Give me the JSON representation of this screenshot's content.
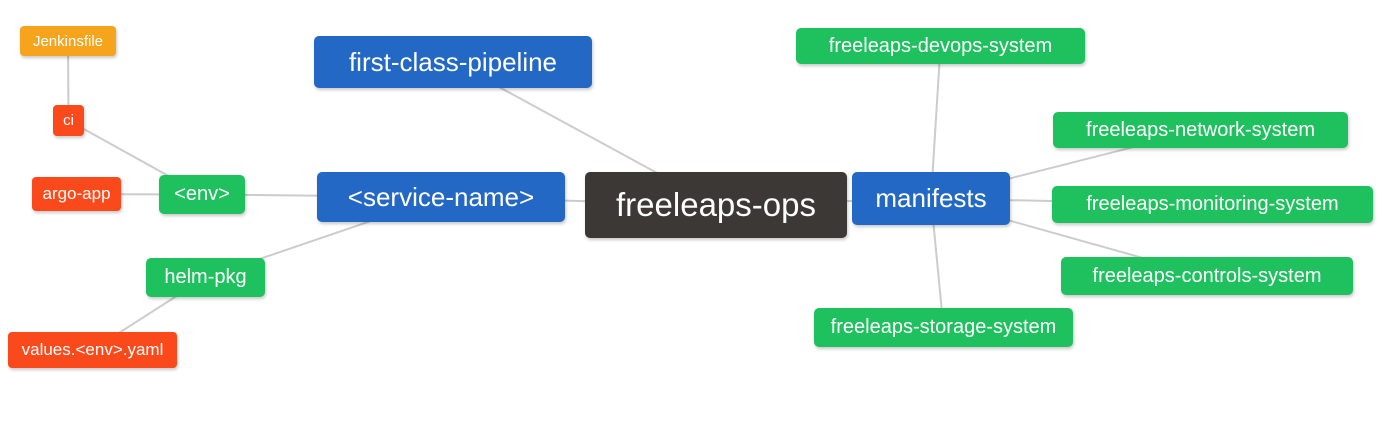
{
  "diagram": {
    "type": "mindmap",
    "root": "freeleaps_ops"
  },
  "palette": {
    "dark": "#3b3836",
    "blue": "#2368c4",
    "green": "#1fc15e",
    "red": "#fa4a1c",
    "orange": "#f7a41d",
    "edge": "#cccccc",
    "text": "#ffffff"
  },
  "nodes": {
    "freeleaps_ops": {
      "label": "freeleaps-ops",
      "color": "dark",
      "level": 0
    },
    "first_class_pipeline": {
      "label": "first-class-pipeline",
      "color": "blue",
      "level": 1
    },
    "service_name": {
      "label": "<service-name>",
      "color": "blue",
      "level": 1
    },
    "manifests": {
      "label": "manifests",
      "color": "blue",
      "level": 1
    },
    "env": {
      "label": "<env>",
      "color": "green",
      "level": 2
    },
    "helm_pkg": {
      "label": "helm-pkg",
      "color": "green",
      "level": 2
    },
    "devops": {
      "label": "freeleaps-devops-system",
      "color": "green",
      "level": 2
    },
    "network": {
      "label": "freeleaps-network-system",
      "color": "green",
      "level": 2
    },
    "monitoring": {
      "label": "freeleaps-monitoring-system",
      "color": "green",
      "level": 2
    },
    "controls": {
      "label": "freeleaps-controls-system",
      "color": "green",
      "level": 2
    },
    "storage": {
      "label": "freeleaps-storage-system",
      "color": "green",
      "level": 2
    },
    "ci": {
      "label": "ci",
      "color": "red",
      "level": 3
    },
    "argo_app": {
      "label": "argo-app",
      "color": "red",
      "level": 3
    },
    "values_env_yaml": {
      "label": "values.<env>.yaml",
      "color": "red",
      "level": 3
    },
    "jenkinsfile": {
      "label": "Jenkinsfile",
      "color": "orange",
      "level": 4
    }
  },
  "edges": [
    [
      "jenkinsfile",
      "ci"
    ],
    [
      "ci",
      "env"
    ],
    [
      "argo_app",
      "env"
    ],
    [
      "env",
      "service_name"
    ],
    [
      "helm_pkg",
      "service_name"
    ],
    [
      "values_env_yaml",
      "helm_pkg"
    ],
    [
      "first_class_pipeline",
      "freeleaps_ops"
    ],
    [
      "service_name",
      "freeleaps_ops"
    ],
    [
      "freeleaps_ops",
      "manifests"
    ],
    [
      "manifests",
      "devops"
    ],
    [
      "manifests",
      "network"
    ],
    [
      "manifests",
      "monitoring"
    ],
    [
      "manifests",
      "controls"
    ],
    [
      "manifests",
      "storage"
    ]
  ]
}
